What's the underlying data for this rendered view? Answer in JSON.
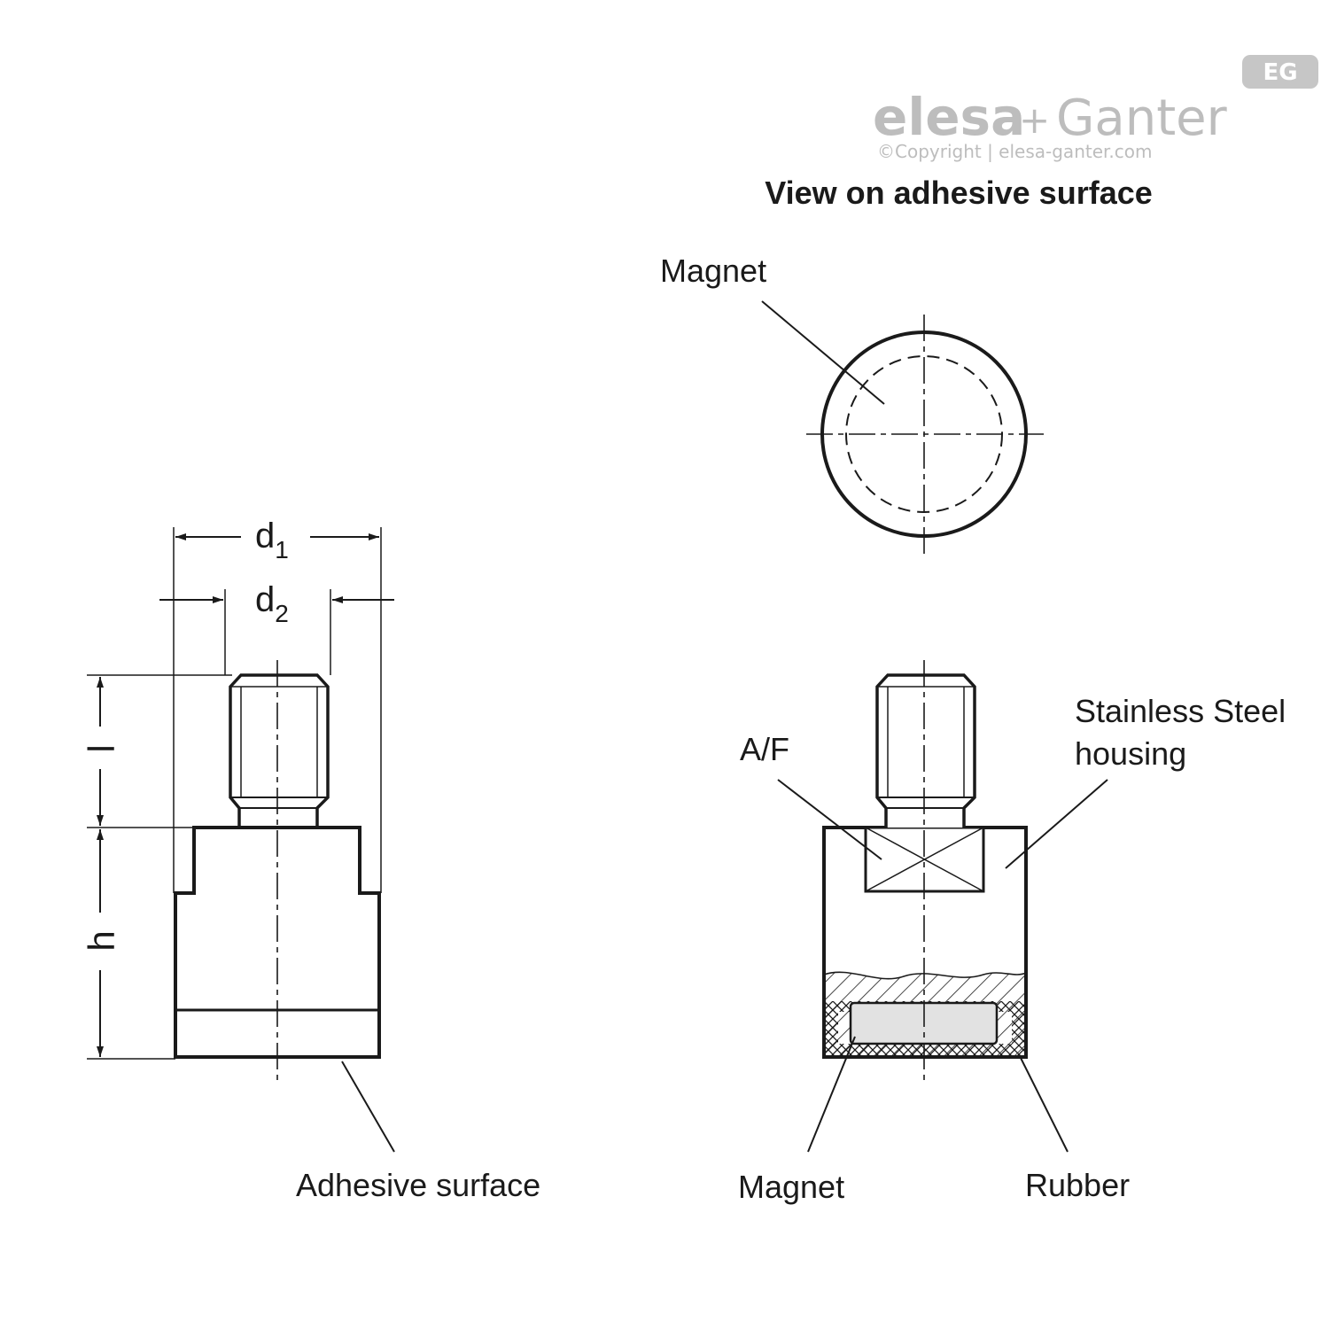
{
  "brand": {
    "logo_text_left": "elesa",
    "logo_plus": "+",
    "logo_text_right": "Ganter",
    "badge_text": "EG",
    "copyright": "©Copyright | elesa-ganter.com",
    "color": "#bdbdbd"
  },
  "view_title": "View on adhesive surface",
  "labels": {
    "magnet_top": "Magnet",
    "d1_base": "d",
    "d1_sub": "1",
    "d2_base": "d",
    "d2_sub": "2",
    "l": "l",
    "h": "h",
    "adhesive_surface": "Adhesive surface",
    "af": "A/F",
    "housing_line1": "Stainless Steel",
    "housing_line2": "housing",
    "magnet_bottom": "Magnet",
    "rubber": "Rubber"
  },
  "colors": {
    "line": "#1a1a1a",
    "magnet_fill": "#e2e2e2"
  }
}
